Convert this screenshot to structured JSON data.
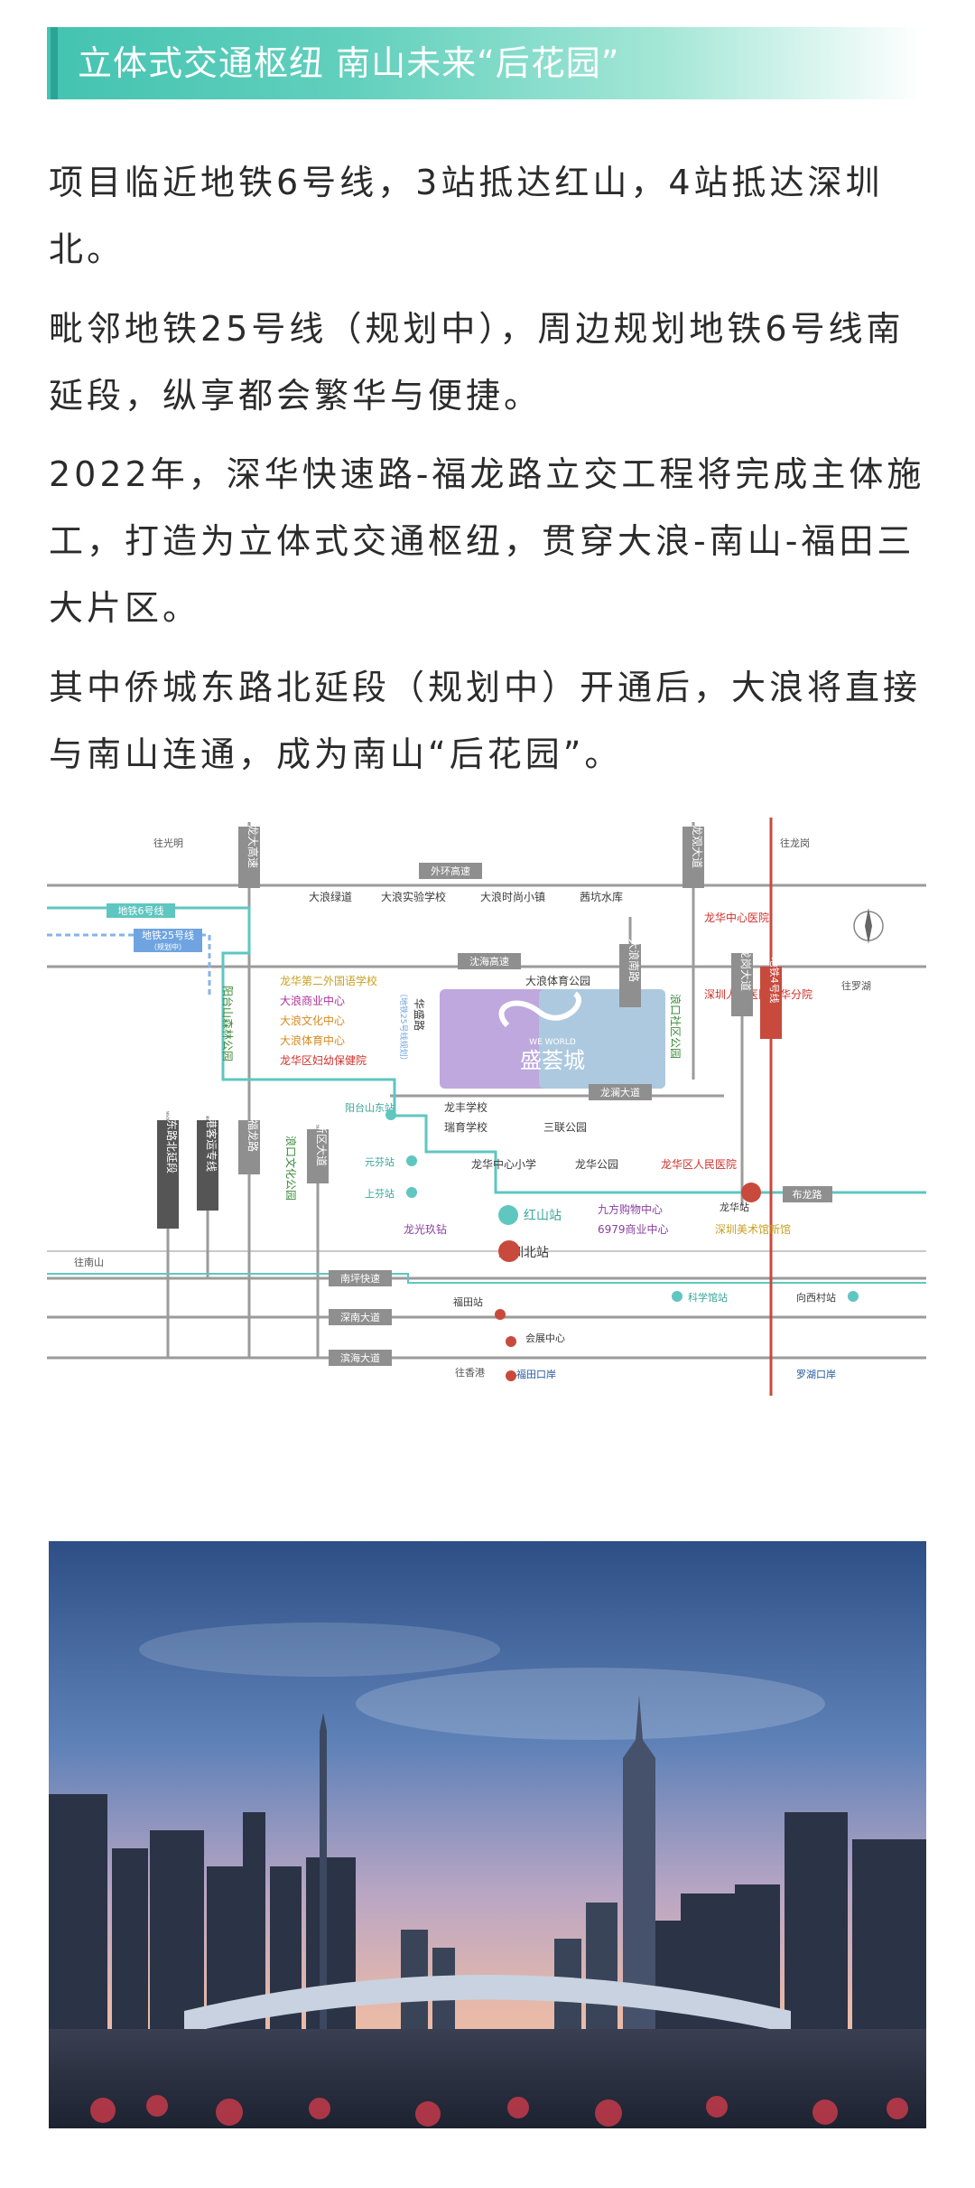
{
  "header": {
    "title": "立体式交通枢纽 南山未来“后花园”"
  },
  "paragraphs": [
    "项目临近地铁6号线，3站抵达红山，4站抵达深圳北。",
    "毗邻地铁25号线（规划中），周边规划地铁6号线南延段，纵享都会繁华与便捷。",
    "2022年，深华快速路-福龙路立交工程将完成主体施工，打造为立体式交通枢纽，贯穿大浪-南山-福田三大片区。",
    "其中侨城东路北延段（规划中）开通后，大浪将直接与南山连通，成为南山“后花园”。"
  ],
  "map": {
    "project": {
      "name": "盛荟城",
      "brand": "WE WORLD"
    },
    "roads_h": [
      "外环高速",
      "沈海高速",
      "龙澜大道",
      "布龙路",
      "南坪快速",
      "深南大道",
      "滨海大道"
    ],
    "roads_v": [
      "龙大高速",
      "龙观大道",
      "龙岗大道",
      "福龙路",
      "新区大道",
      "华盛路"
    ],
    "roads_v_extra": [
      "大浪南路",
      "地铁4号线"
    ],
    "labels": {
      "line6": "地铁6号线",
      "line25": "地铁25号线",
      "line25_note": "（规划中）",
      "qiaocheng": "侨城东路北延段",
      "qiaocheng_note": "（规划中）",
      "guangshen": "广深港客运专线",
      "yangtaishan_park": "阳台山森林公园",
      "langkou_park": "浪口文化公园",
      "langkou_community": "浪口社区公园",
      "huasheng_note": "（地铁25号线规划）"
    },
    "directions": {
      "n1": "往光明",
      "n2": "往龙岗",
      "e1": "往罗湖",
      "w1": "往南山",
      "s1": "往香港"
    },
    "stations": {
      "yangtaishan_east": "阳台山东站",
      "yuanfen": "元芬站",
      "shangfen": "上芬站",
      "hongshan": "红山站",
      "shenzhen_north": "深圳北站",
      "longhua": "龙华站",
      "kexueguan": "科学馆站",
      "xiangxicun": "向西村站",
      "futian": "福田站",
      "huizhan": "会展中心",
      "futian_port": "福田口岸",
      "luohu_port": "罗湖口岸"
    },
    "pois_row1": [
      "大浪绿道",
      "大浪实验学校",
      "大浪时尚小镇",
      "茜坑水库"
    ],
    "pois_left": [
      "龙华第二外国语学校",
      "大浪商业中心",
      "大浪文化中心",
      "大浪体育中心",
      "龙华区妇幼保健院"
    ],
    "pois_right": [
      "龙华中心医院",
      "深圳人民医院龙华分院"
    ],
    "poi_dalang_sports_park": "大浪体育公园",
    "pois_below": [
      "龙丰学校",
      "瑞育学校",
      "三联公园"
    ],
    "pois_row2": [
      "龙华中心小学",
      "龙华公园",
      "龙华区人民医院"
    ],
    "pois_row3": [
      "九方购物中心",
      "6979商业中心",
      "龙光玖钻",
      "深圳美术馆新馆"
    ]
  },
  "colors": {
    "accent": "#2aa595",
    "line6": "#5fc6c0",
    "line4": "#c84a3c",
    "road": "#8a8a8a"
  }
}
